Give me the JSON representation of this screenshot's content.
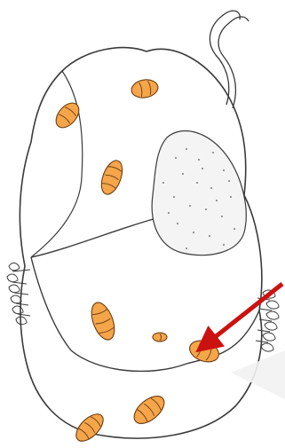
{
  "diagram": {
    "subject": "cell-with-mitochondria",
    "colors": {
      "outline": "#3a3a3a",
      "mitochondrion_fill": "#f5a54a",
      "mitochondrion_stroke": "#6b3d12",
      "pointer_arrow": "#cc1111",
      "nucleus_dots": "#555555"
    },
    "mitochondria_count": 8,
    "arrow_target": "mitochondrion-7"
  }
}
